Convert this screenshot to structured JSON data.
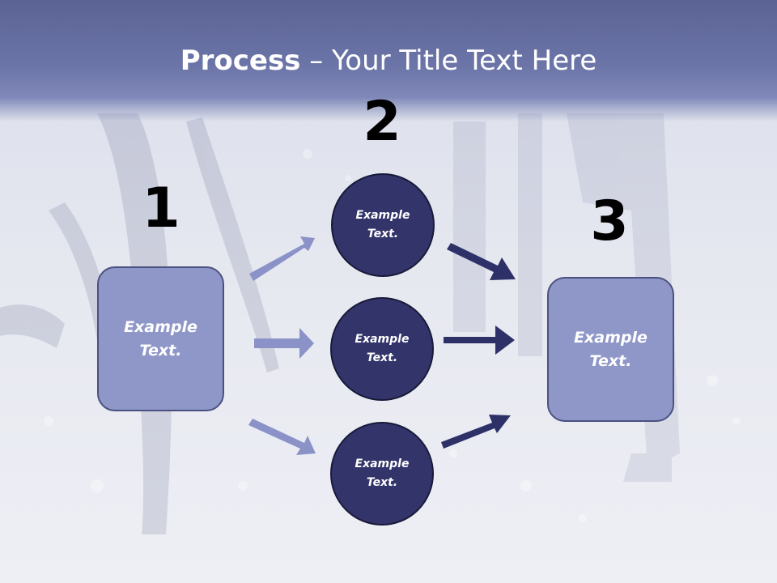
{
  "title": {
    "bold": "Process",
    "rest": " – Your Title Text Here"
  },
  "steps": {
    "one": "1",
    "two": "2",
    "three": "3"
  },
  "left_box": {
    "text": "Example\nText."
  },
  "right_box": {
    "text": "Example\nText."
  },
  "circles": [
    {
      "text": "Example\nText."
    },
    {
      "text": "Example\nText."
    },
    {
      "text": "Example\nText."
    }
  ],
  "colors": {
    "title_bar": "#6c75a8",
    "box_fill": "#8f97c9",
    "circle_fill": "#33346a",
    "arrow_light": "#8a92c8",
    "arrow_dark": "#2e3068"
  }
}
